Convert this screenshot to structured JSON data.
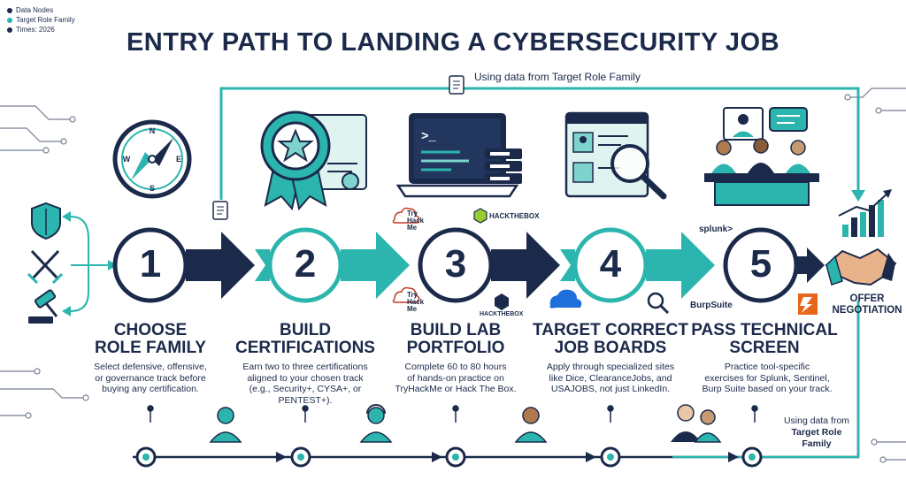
{
  "legend": [
    {
      "label": "Data Nodes",
      "color": "#1b2a4a"
    },
    {
      "label": "Target Role Family",
      "color": "#2bb5ae"
    },
    {
      "label": "Times: 2026",
      "color": "#1b2a4a"
    }
  ],
  "title": "ENTRY PATH TO LANDING A CYBERSECURITY JOB",
  "note_top": "Using data from Target Role Family",
  "note_bottom": {
    "line1": "Using data from",
    "line2": "Target Role",
    "line3": "Family"
  },
  "steps": [
    {
      "number": "1",
      "title_l1": "CHOOSE",
      "title_l2": "ROLE FAMILY",
      "desc": [
        "Select defensive, offensive,",
        "or governance track before",
        "buying any certification."
      ]
    },
    {
      "number": "2",
      "title_l1": "BUILD",
      "title_l2": "CERTIFICATIONS",
      "desc": [
        "Earn two to three certifications",
        "aligned to your chosen track",
        "(e.g., Security+, CYSA+, or PENTEST+)."
      ]
    },
    {
      "number": "3",
      "title_l1": "BUILD LAB",
      "title_l2": "PORTFOLIO",
      "desc": [
        "Complete 60 to 80 hours",
        "of hands-on practice on",
        "TryHackMe or Hack The Box."
      ]
    },
    {
      "number": "4",
      "title_l1": "TARGET CORRECT",
      "title_l2": "JOB BOARDS",
      "desc": [
        "Apply through specialized sites",
        "like Dice, ClearanceJobs, and",
        "USAJOBS, not just LinkedIn."
      ]
    },
    {
      "number": "5",
      "title_l1": "PASS TECHNICAL",
      "title_l2": "SCREEN",
      "desc": [
        "Practice tool-specific",
        "exercises for Splunk, Sentinel,",
        "Burp Suite based on your track."
      ]
    }
  ],
  "offer": {
    "l1": "OFFER",
    "l2": "NEGOTIATION"
  },
  "logos": {
    "tryhackme": [
      "Try",
      "Hack",
      "Me"
    ],
    "hackthebox": "HACKTHEBOX",
    "splunk": "splunk>",
    "burpsuite": "BurpSuite"
  },
  "colors": {
    "navy": "#1b2a4a",
    "teal": "#2bb5ae",
    "light_teal": "#7fd3cd"
  }
}
